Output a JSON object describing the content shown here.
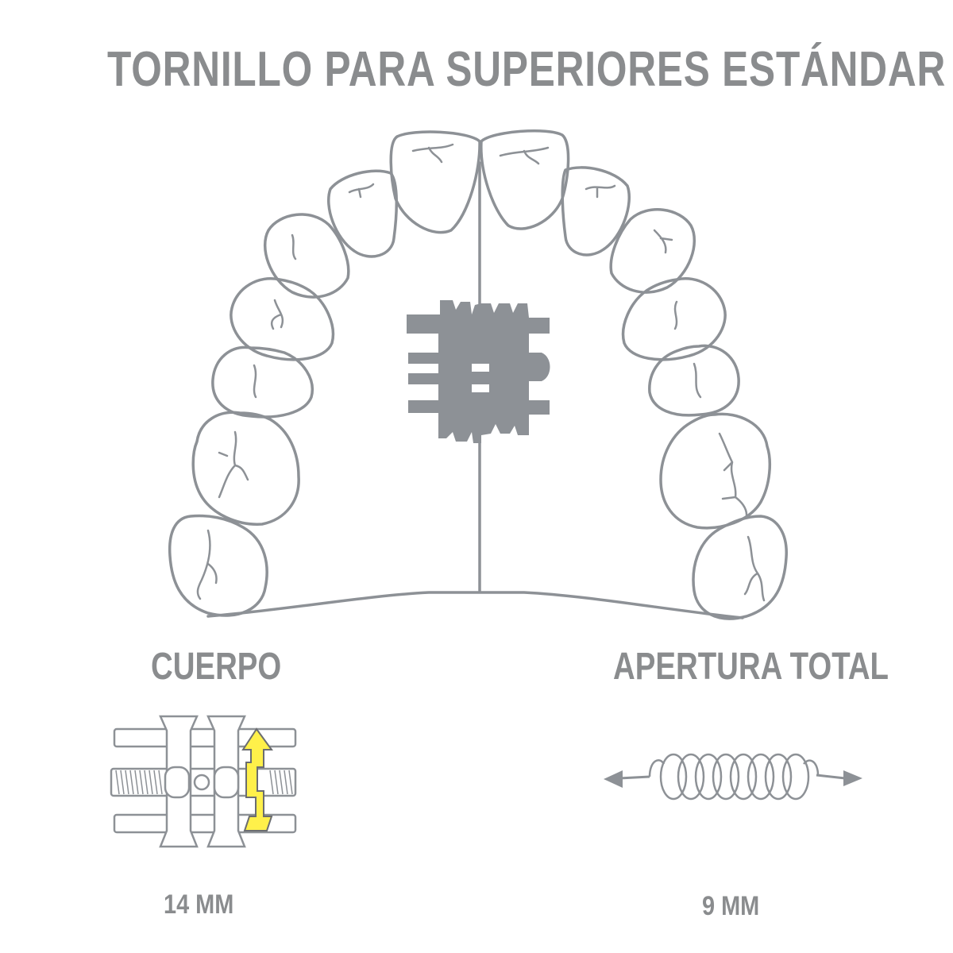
{
  "title": "TORNILLO PARA SUPERIORES ESTÁNDAR",
  "labels": {
    "body": "CUERPO",
    "opening": "APERTURA TOTAL",
    "body_size": "14 MM",
    "opening_size": "9 MM"
  },
  "colors": {
    "text": "#8a8c8e",
    "outline": "#8d9196",
    "screw": "#8d9196",
    "arrow_highlight": "#fff04a"
  },
  "icons": [
    "dental-arch-icon",
    "expansion-screw-icon",
    "screw-body-icon",
    "spring-icon",
    "double-arrow-icon"
  ]
}
